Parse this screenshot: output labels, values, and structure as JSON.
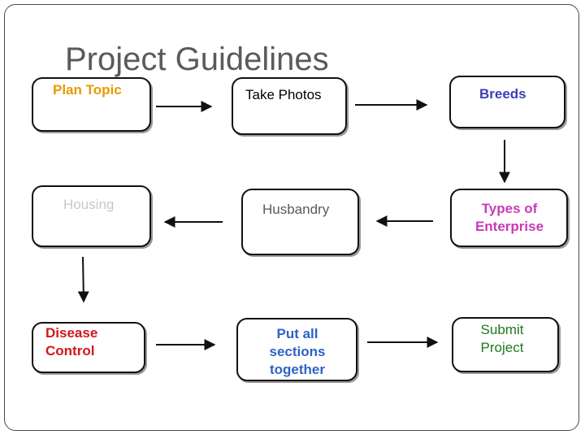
{
  "title": "Project Guidelines",
  "nodes": [
    {
      "id": "plan-topic",
      "lines": [
        "Plan Topic"
      ],
      "color": "#e89a00",
      "bold": true
    },
    {
      "id": "take-photos",
      "lines": [
        "Take Photos"
      ],
      "color": "#000000",
      "bold": false
    },
    {
      "id": "breeds",
      "lines": [
        "Breeds"
      ],
      "color": "#3c3fb8",
      "bold": true
    },
    {
      "id": "housing",
      "lines": [
        "Housing"
      ],
      "color": "#c8c8c8",
      "bold": false
    },
    {
      "id": "husbandry",
      "lines": [
        "Husbandry"
      ],
      "color": "#5a5a5a",
      "bold": false
    },
    {
      "id": "types-of-enterprise",
      "lines": [
        "Types of",
        "Enterprise"
      ],
      "color": "#c83ab8",
      "bold": true
    },
    {
      "id": "disease-control",
      "lines": [
        "Disease",
        "Control"
      ],
      "color": "#d01818",
      "bold": true
    },
    {
      "id": "put-all-sections-together",
      "lines": [
        "Put all",
        "sections",
        "together"
      ],
      "color": "#2f62c8",
      "bold": true
    },
    {
      "id": "submit-project",
      "lines": [
        "Submit",
        "Project"
      ],
      "color": "#1e7a1e",
      "bold": false
    }
  ],
  "edges": [
    [
      "plan-topic",
      "take-photos"
    ],
    [
      "take-photos",
      "breeds"
    ],
    [
      "breeds",
      "types-of-enterprise"
    ],
    [
      "types-of-enterprise",
      "husbandry"
    ],
    [
      "husbandry",
      "housing"
    ],
    [
      "housing",
      "disease-control"
    ],
    [
      "disease-control",
      "put-all-sections-together"
    ],
    [
      "put-all-sections-together",
      "submit-project"
    ]
  ]
}
